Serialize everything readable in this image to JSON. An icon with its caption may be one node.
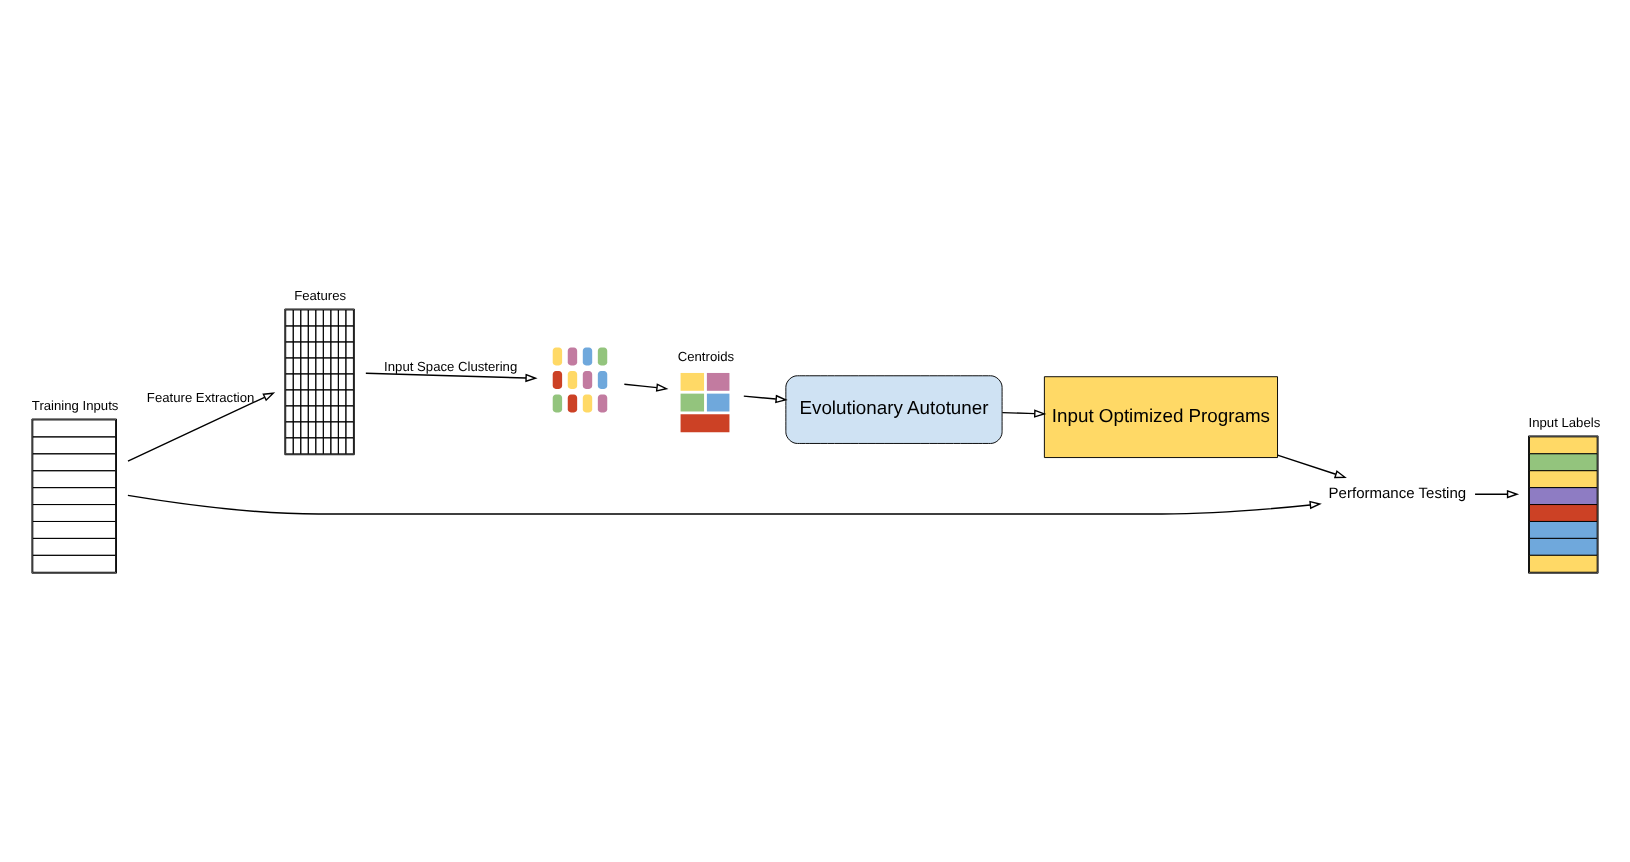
{
  "diagram": {
    "nodes": [
      {
        "text": [
          "Training Inputs"
        ]
      },
      {
        "text": [
          "Features"
        ]
      },
      {
        "text": [],
        "shape": "picture"
      },
      {
        "text": [
          "Centroids"
        ]
      },
      {
        "text": [
          "Evolutionary Autotuner"
        ]
      },
      {
        "text": [
          "Input Optimized Programs"
        ]
      },
      {
        "text": [
          "Performance Testing"
        ]
      },
      {
        "text": [
          "Input Labels"
        ]
      }
    ],
    "edges": [
      {
        "from": 0,
        "to": 1,
        "arrow": "to",
        "label": "Feature Extraction"
      },
      {
        "from": 1,
        "to": 2,
        "arrow": "to",
        "label": "Input Space Clustering"
      },
      {
        "from": 2,
        "to": 3,
        "arrow": "to"
      },
      {
        "from": 3,
        "to": 4,
        "arrow": "to"
      },
      {
        "from": 4,
        "to": 5,
        "arrow": "to"
      },
      {
        "from": 5,
        "to": 6,
        "arrow": "to"
      },
      {
        "from": 0,
        "to": 6,
        "arrow": "to"
      },
      {
        "from": 6,
        "to": 7,
        "arrow": "to"
      }
    ]
  }
}
